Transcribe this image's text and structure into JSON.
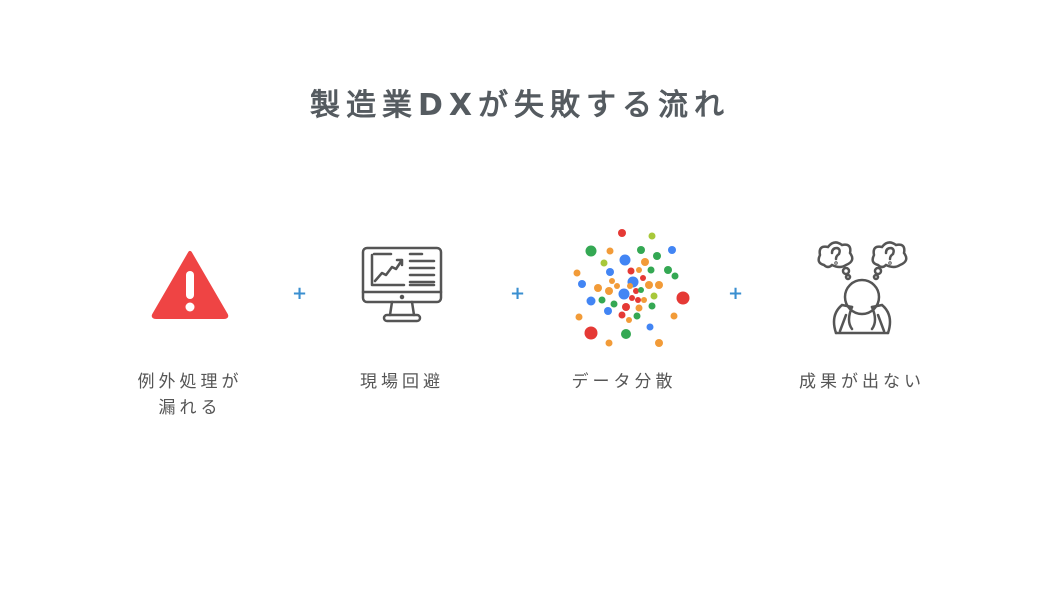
{
  "title": "製造業DXが失敗する流れ",
  "steps": [
    {
      "icon": "warning-icon",
      "label_line1": "例外処理が",
      "label_line2": "漏れる"
    },
    {
      "icon": "monitor-chart-icon",
      "label_line1": "現場回避"
    },
    {
      "icon": "scattered-dots-icon",
      "label_line1": "データ分散"
    },
    {
      "icon": "confused-person-icon",
      "label_line1": "成果が出ない"
    }
  ],
  "connector": "+",
  "colors": {
    "title": "#555b60",
    "plus": "#3a8fd0",
    "warning": "#ef4444"
  }
}
